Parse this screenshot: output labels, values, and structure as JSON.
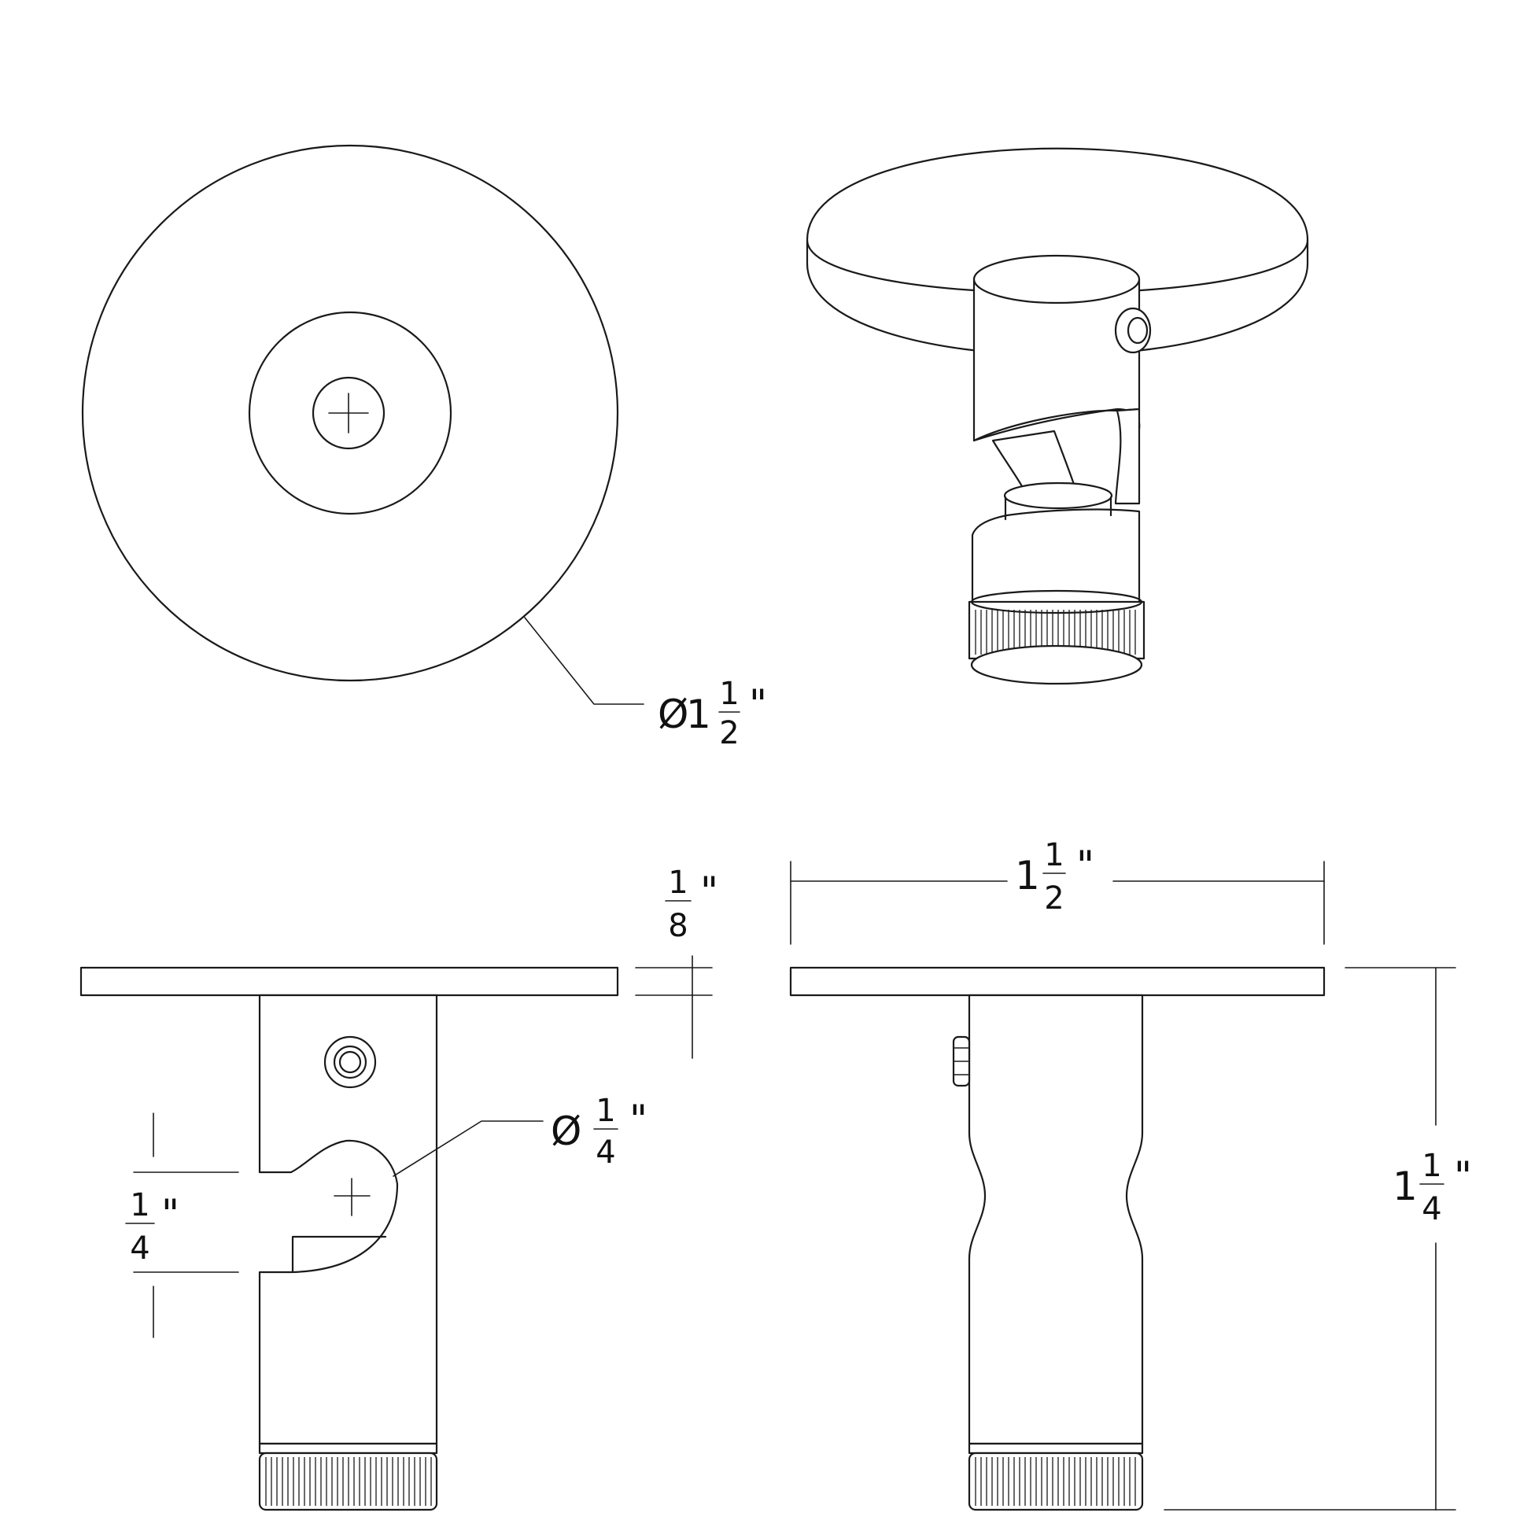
{
  "colors": {
    "line": "#1a1a1a",
    "background": "#ffffff"
  },
  "dimensions": {
    "top_view_diameter": {
      "symbol": "Ø",
      "whole": "1",
      "numerator": "1",
      "denominator": "2",
      "unit": "\""
    },
    "plate_thickness": {
      "whole": "",
      "numerator": "1",
      "denominator": "8",
      "unit": "\""
    },
    "hole_diameter": {
      "symbol": "Ø",
      "whole": "",
      "numerator": "1",
      "denominator": "4",
      "unit": "\""
    },
    "slot_width": {
      "whole": "",
      "numerator": "1",
      "denominator": "4",
      "unit": "\""
    },
    "plate_width": {
      "whole": "1",
      "numerator": "1",
      "denominator": "2",
      "unit": "\""
    },
    "overall_height": {
      "whole": "1",
      "numerator": "1",
      "denominator": "4",
      "unit": "\""
    }
  }
}
